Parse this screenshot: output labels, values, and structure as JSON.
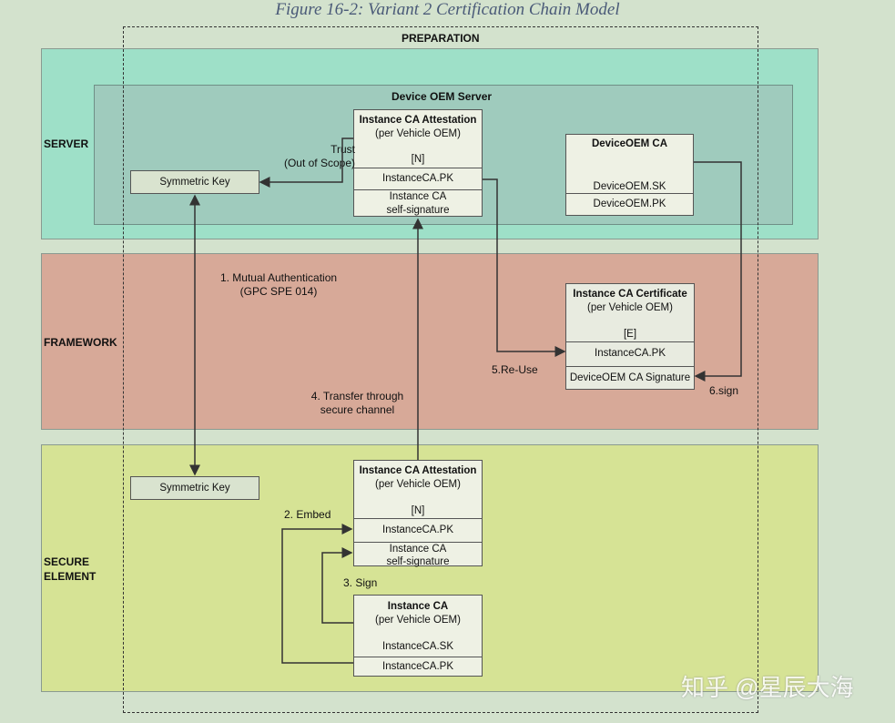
{
  "title": "Figure 16-2: Variant 2 Certification Chain Model",
  "preparation": "PREPARATION",
  "layers": {
    "server": "SERVER",
    "framework": "FRAMEWORK",
    "secure": "SECURE\nELEMENT"
  },
  "oem_server": "Device OEM Server",
  "att_top": {
    "title": "Instance CA Attestation",
    "sub": "(per Vehicle OEM)",
    "tag": "[N]",
    "pk": "InstanceCA.PK",
    "sig": "Instance CA\nself-signature"
  },
  "device_oem_ca": {
    "title": "DeviceOEM CA",
    "sk": "DeviceOEM.SK",
    "pk": "DeviceOEM.PK"
  },
  "sym_key_top": "Symmetric Key",
  "sym_key_bottom": "Symmetric Key",
  "trust": "Trust\n(Out of Scope)",
  "mutual": "1. Mutual Authentication\n(GPC SPE 014)",
  "cert": {
    "title": "Instance CA Certificate",
    "sub": "(per Vehicle OEM)",
    "tag": "[E]",
    "pk": "InstanceCA.PK",
    "sig": "DeviceOEM CA Signature"
  },
  "reuse": "5.Re-Use",
  "sign6": "6.sign",
  "transfer": "4. Transfer through\nsecure channel",
  "att_bottom": {
    "title": "Instance CA Attestation",
    "sub": "(per Vehicle OEM)",
    "tag": "[N]",
    "pk": "InstanceCA.PK",
    "sig": "Instance CA\nself-signature"
  },
  "embed": "2. Embed",
  "sign3": "3. Sign",
  "instance_ca": {
    "title": "Instance CA",
    "sub": "(per Vehicle OEM)",
    "sk": "InstanceCA.SK",
    "pk": "InstanceCA.PK"
  },
  "watermark": "知乎 @星辰大海"
}
